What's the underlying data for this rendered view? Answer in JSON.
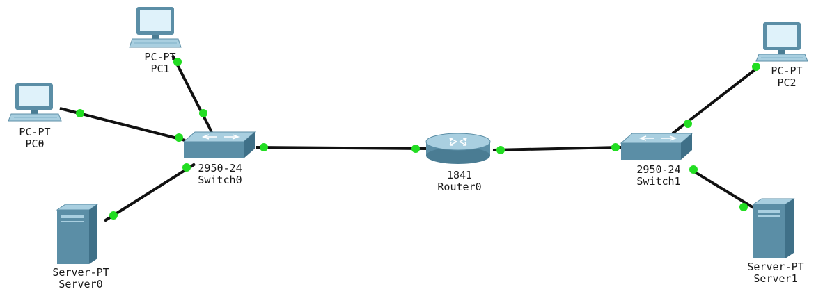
{
  "colors": {
    "link": "#111111",
    "port_up": "#22dd22",
    "text": "#1a1a1a",
    "device_body": "#5b8ea6",
    "device_light": "#a9cfe0",
    "screen": "#dff2fa"
  },
  "devices": [
    {
      "id": "pc0",
      "icon": "pc-icon",
      "model": "PC-PT",
      "name": "PC0"
    },
    {
      "id": "pc1",
      "icon": "pc-icon",
      "model": "PC-PT",
      "name": "PC1"
    },
    {
      "id": "pc2",
      "icon": "pc-icon",
      "model": "PC-PT",
      "name": "PC2"
    },
    {
      "id": "switch0",
      "icon": "switch-icon",
      "model": "2950-24",
      "name": "Switch0"
    },
    {
      "id": "switch1",
      "icon": "switch-icon",
      "model": "2950-24",
      "name": "Switch1"
    },
    {
      "id": "router0",
      "icon": "router-icon",
      "model": "1841",
      "name": "Router0"
    },
    {
      "id": "server0",
      "icon": "server-icon",
      "model": "Server-PT",
      "name": "Server0"
    },
    {
      "id": "server1",
      "icon": "server-icon",
      "model": "Server-PT",
      "name": "Server1"
    }
  ],
  "links": [
    {
      "from": "pc0",
      "to": "switch0",
      "status": "up"
    },
    {
      "from": "pc1",
      "to": "switch0",
      "status": "up"
    },
    {
      "from": "server0",
      "to": "switch0",
      "status": "up"
    },
    {
      "from": "switch0",
      "to": "router0",
      "status": "up"
    },
    {
      "from": "router0",
      "to": "switch1",
      "status": "up"
    },
    {
      "from": "pc2",
      "to": "switch1",
      "status": "up"
    },
    {
      "from": "server1",
      "to": "switch1",
      "status": "up"
    }
  ]
}
